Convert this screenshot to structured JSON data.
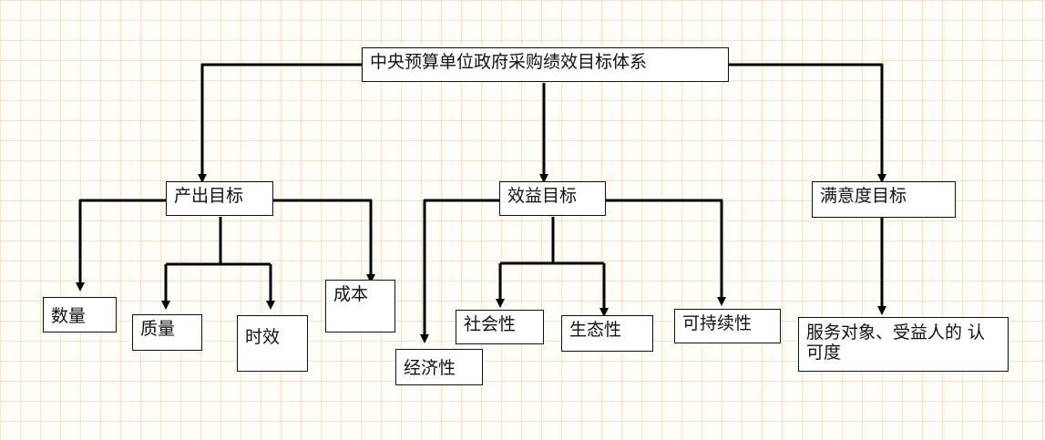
{
  "root": {
    "label": "中央预算单位政府采购绩效目标体系"
  },
  "categories": [
    {
      "label": "产出目标"
    },
    {
      "label": "效益目标"
    },
    {
      "label": "满意度目标"
    }
  ],
  "output_items": [
    {
      "label": "数量"
    },
    {
      "label": "质量"
    },
    {
      "label": "时效"
    },
    {
      "label": "成本"
    }
  ],
  "benefit_items": [
    {
      "label": "经济性"
    },
    {
      "label": "社会性"
    },
    {
      "label": "生态性"
    },
    {
      "label": "可持续性"
    }
  ],
  "satisfaction_items": [
    {
      "label": "服务对象、受益人的 认可度"
    }
  ],
  "colors": {
    "line": "#000000",
    "grid": "#f0c79a",
    "box_border": "#111111",
    "box_fill": "#ffffff"
  }
}
